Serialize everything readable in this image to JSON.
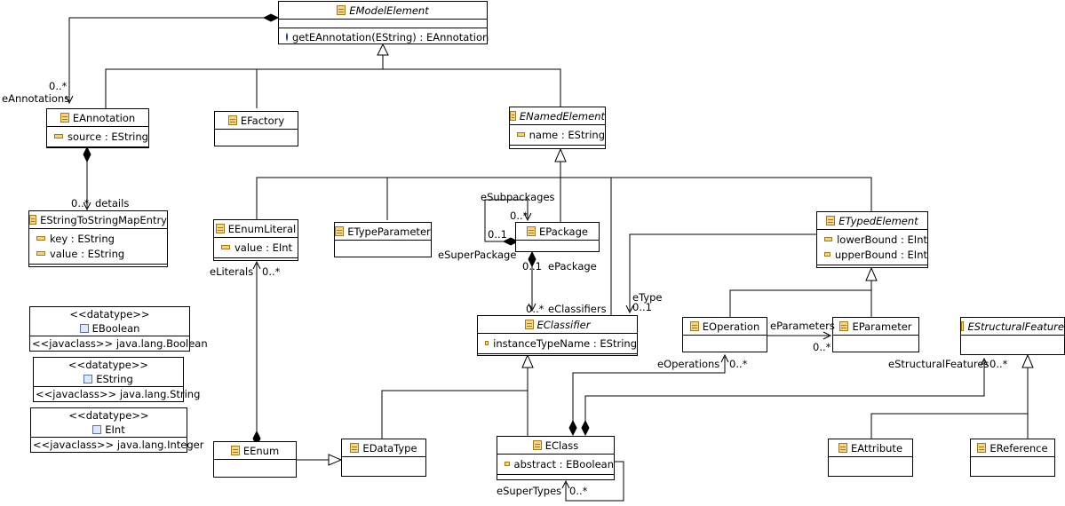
{
  "classes": {
    "emodelelement": {
      "name": "EModelElement",
      "op": "getEAnnotation(EString) : EAnnotation"
    },
    "eannotation": {
      "name": "EAnnotation",
      "attr": "source : EString"
    },
    "efactory": {
      "name": "EFactory"
    },
    "enamedelement": {
      "name": "ENamedElement",
      "attr": "name : EString"
    },
    "estringmap": {
      "name": "EStringToStringMapEntry",
      "attr1": "key : EString",
      "attr2": "value : EString"
    },
    "eenumliteral": {
      "name": "EEnumLiteral",
      "attr": "value : EInt"
    },
    "etypeparameter": {
      "name": "ETypeParameter"
    },
    "epackage": {
      "name": "EPackage"
    },
    "etypedelement": {
      "name": "ETypedElement",
      "attr1": "lowerBound : EInt",
      "attr2": "upperBound : EInt"
    },
    "eclassifier": {
      "name": "EClassifier",
      "attr": "instanceTypeName : EString"
    },
    "eoperation": {
      "name": "EOperation"
    },
    "eparameter": {
      "name": "EParameter"
    },
    "estructuralfeature": {
      "name": "EStructuralFeature"
    },
    "eenum": {
      "name": "EEnum"
    },
    "edatatype": {
      "name": "EDataType"
    },
    "eclass": {
      "name": "EClass",
      "attr": "abstract : EBoolean"
    },
    "eattribute": {
      "name": "EAttribute"
    },
    "ereference": {
      "name": "EReference"
    }
  },
  "datatypes": [
    {
      "stereotype": "<<datatype>>",
      "name": "EBoolean",
      "javaclass": "<<javaclass>> java.lang.Boolean"
    },
    {
      "stereotype": "<<datatype>>",
      "name": "EString",
      "javaclass": "<<javaclass>> java.lang.String"
    },
    {
      "stereotype": "<<datatype>>",
      "name": "EInt",
      "javaclass": "<<javaclass>> java.lang.Integer"
    }
  ],
  "labels": {
    "eannotations_mult": "0..*",
    "eannotations_role": "eAnnotations",
    "details_mult": "0..*",
    "details_role": "details",
    "esubpackages_role": "eSubpackages",
    "esubpackages_mult": "0..*",
    "esuperpackage_mult": "0..1",
    "esuperpackage_role": "eSuperPackage",
    "epackage_mult": "0..1",
    "epackage_role": "ePackage",
    "eclassifiers_mult": "0..*",
    "eclassifiers_role": "eClassifiers",
    "eliterals_role": "eLiterals",
    "eliterals_mult": "0..*",
    "etype_role": "eType",
    "etype_mult": "0..1",
    "eparameters_role": "eParameters",
    "eparameters_mult": "0..*",
    "eoperations_role": "eOperations",
    "eoperations_mult": "0..*",
    "estructuralfeatures_role": "eStructuralFeatures",
    "estructuralfeatures_mult": "0..*",
    "esupertypes_role": "eSuperTypes",
    "esupertypes_mult": "0..*"
  }
}
